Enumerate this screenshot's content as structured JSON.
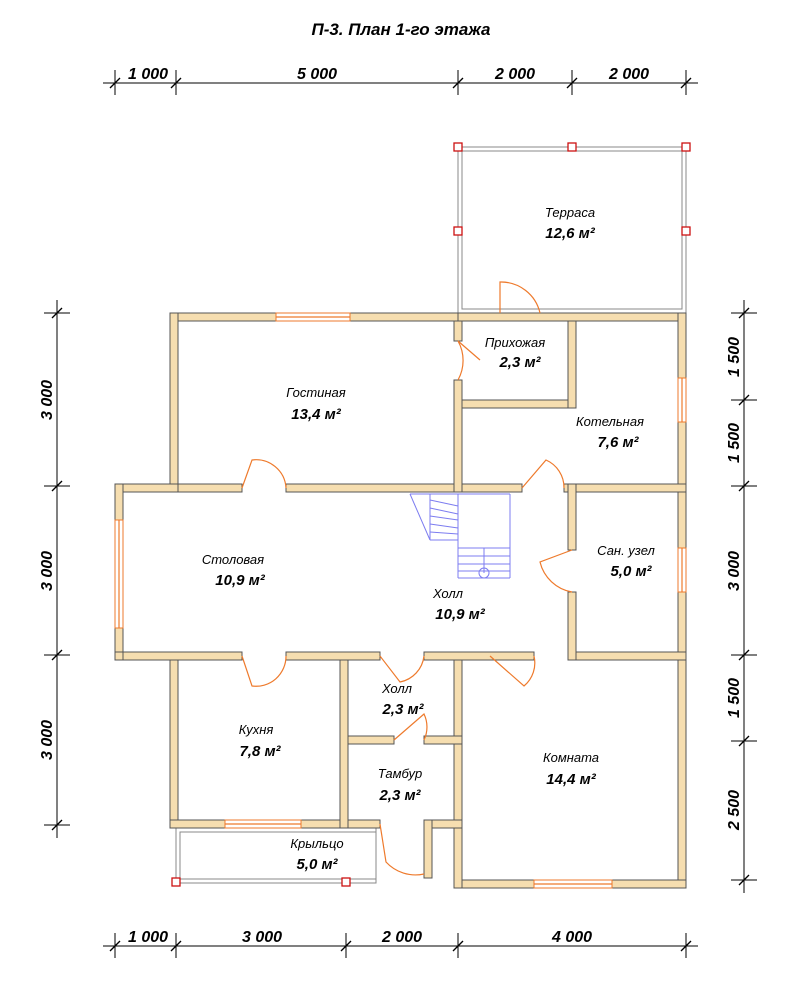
{
  "title": "П-3. План 1-го этажа",
  "dimensions": {
    "top": [
      "1 000",
      "5 000",
      "2 000",
      "2 000"
    ],
    "bottom": [
      "1 000",
      "3 000",
      "2 000",
      "4 000"
    ],
    "left": [
      "3 000",
      "3 000",
      "3 000"
    ],
    "right": [
      "1 500",
      "1 500",
      "3 000",
      "1 500",
      "2 500"
    ]
  },
  "rooms": {
    "terrace": {
      "name": "Терраса",
      "area": "12,6 м²"
    },
    "hallway": {
      "name": "Прихожая",
      "area": "2,3 м²"
    },
    "living": {
      "name": "Гостиная",
      "area": "13,4 м²"
    },
    "boiler": {
      "name": "Котельная",
      "area": "7,6 м²"
    },
    "dining": {
      "name": "Столовая",
      "area": "10,9 м²"
    },
    "hall": {
      "name": "Холл",
      "area": "10,9 м²"
    },
    "bath": {
      "name": "Сан. узел",
      "area": "5,0 м²"
    },
    "hall2": {
      "name": "Холл",
      "area": "2,3 м²"
    },
    "kitchen": {
      "name": "Кухня",
      "area": "7,8 м²"
    },
    "vestibule": {
      "name": "Тамбур",
      "area": "2,3 м²"
    },
    "room": {
      "name": "Комната",
      "area": "14,4 м²"
    },
    "porch": {
      "name": "Крыльцо",
      "area": "5,0 м²"
    }
  },
  "colors": {
    "wall": "#f6deb0",
    "door": "#ee7a2c",
    "post": "#cc1111",
    "stair": "#7c7cf0"
  }
}
